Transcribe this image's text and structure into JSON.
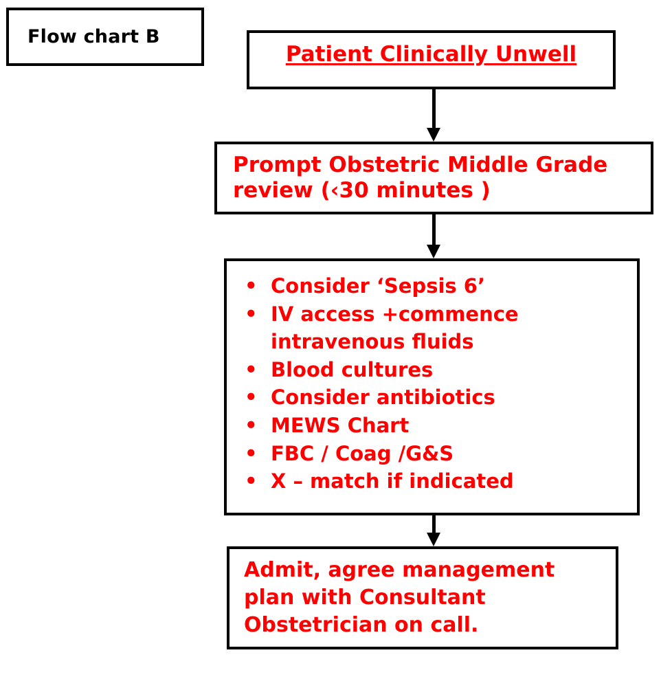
{
  "page": {
    "title": "Flow chart B",
    "accent_color": "#FF0000",
    "outline_color": "#000000",
    "background_color": "#FFFFFF"
  },
  "label_box": {
    "text": "Flow chart B"
  },
  "nodes": {
    "patient_unwell": {
      "text": "Patient Clinically Unwell"
    },
    "prompt_review": {
      "text": "Prompt Obstetric Middle Grade review (‹30 minutes )"
    },
    "actions": {
      "bullet_symbol": "•",
      "items": [
        {
          "label": "Consider ‘Sepsis 6’"
        },
        {
          "label": "IV access +commence intravenous fluids"
        },
        {
          "label": "Blood cultures"
        },
        {
          "label": "Consider antibiotics"
        },
        {
          "label": "MEWS Chart"
        },
        {
          "label": "FBC / Coag /G&S"
        },
        {
          "label": "X – match if indicated"
        }
      ]
    },
    "admit": {
      "text": "Admit, agree management plan with Consultant Obstetrician on call."
    }
  },
  "connectors": [
    {
      "from": "patient_unwell",
      "to": "prompt_review",
      "direction": "down"
    },
    {
      "from": "prompt_review",
      "to": "actions",
      "direction": "down"
    },
    {
      "from": "actions",
      "to": "admit",
      "direction": "down"
    }
  ]
}
